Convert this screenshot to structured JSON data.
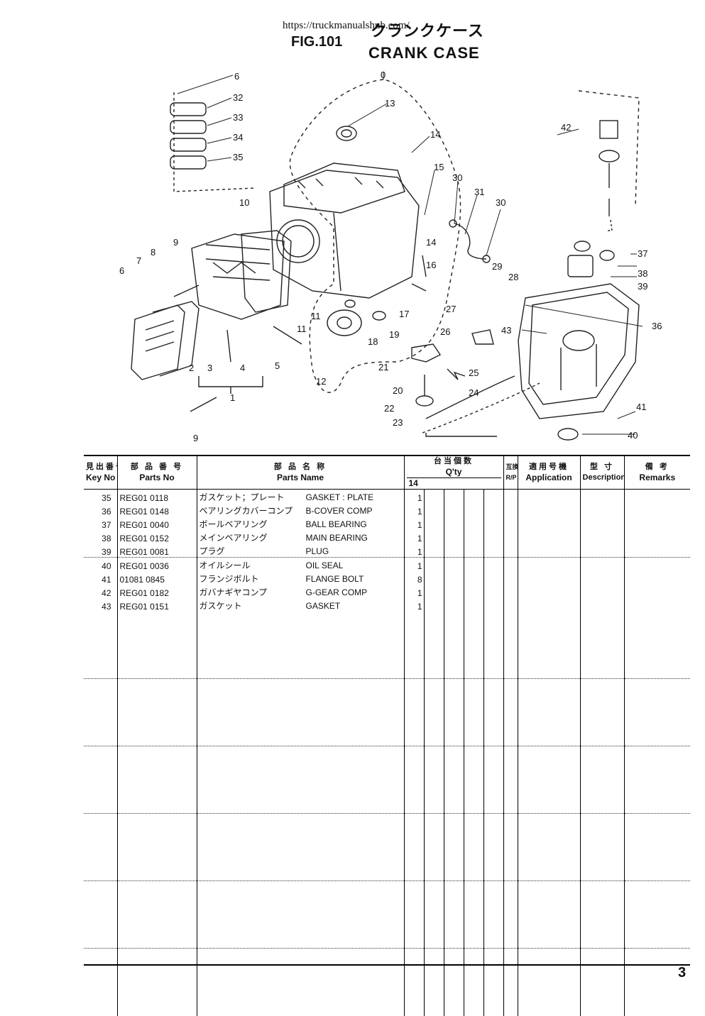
{
  "header": {
    "url": "https://truckmanualshub.com/",
    "fig_label": "FIG.101",
    "title_jp": "クランクケース",
    "title_en": "CRANK CASE"
  },
  "diagram": {
    "callouts": [
      "0",
      "1",
      "2",
      "3",
      "4",
      "5",
      "6",
      "6",
      "7",
      "8",
      "9",
      "9",
      "10",
      "11",
      "11",
      "12",
      "13",
      "14",
      "14",
      "15",
      "16",
      "17",
      "18",
      "19",
      "20",
      "21",
      "22",
      "23",
      "24",
      "25",
      "26",
      "27",
      "28",
      "29",
      "30",
      "30",
      "31",
      "32",
      "33",
      "34",
      "35",
      "36",
      "37",
      "38",
      "39",
      "40",
      "41",
      "42",
      "43"
    ]
  },
  "table": {
    "columns": {
      "key_jp": "見出番号",
      "key_en": "Key No",
      "partno_jp": "部 品 番 号",
      "partno_en": "Parts No",
      "name_jp": "部 品 名 称",
      "name_en": "Parts Name",
      "qty_jp": "台当個数",
      "qty_en": "Q'ty",
      "qty_model": "14",
      "rp_jp": "互換性",
      "rp_en": "R/P",
      "app_jp": "適用号機",
      "app_en": "Application",
      "desc_jp": "型 寸",
      "desc_en": "Description",
      "rem_jp": "備 考",
      "rem_en": "Remarks"
    },
    "rows": [
      {
        "key": "35",
        "part_no": "REG01 0118",
        "name_jp": "ガスケット；プレート",
        "name_en": "GASKET : PLATE",
        "qty": "1"
      },
      {
        "key": "36",
        "part_no": "REG01 0148",
        "name_jp": "ベアリングカバーコンプ",
        "name_en": "B-COVER COMP",
        "qty": "1"
      },
      {
        "key": "37",
        "part_no": "REG01 0040",
        "name_jp": "ボールベアリング",
        "name_en": "BALL BEARING",
        "qty": "1"
      },
      {
        "key": "38",
        "part_no": "REG01 0152",
        "name_jp": "メインベアリング",
        "name_en": "MAIN BEARING",
        "qty": "1"
      },
      {
        "key": "39",
        "part_no": "REG01 0081",
        "name_jp": "プラグ",
        "name_en": "PLUG",
        "qty": "1"
      },
      {
        "key": "40",
        "part_no": "REG01 0036",
        "name_jp": "オイルシール",
        "name_en": "OIL SEAL",
        "qty": "1"
      },
      {
        "key": "41",
        "part_no": "01081 0845",
        "name_jp": "フランジボルト",
        "name_en": "FLANGE BOLT",
        "qty": "8"
      },
      {
        "key": "42",
        "part_no": "REG01 0182",
        "name_jp": "ガバナギヤコンプ",
        "name_en": "G-GEAR COMP",
        "qty": "1"
      },
      {
        "key": "43",
        "part_no": "REG01 0151",
        "name_jp": "ガスケット",
        "name_en": "GASKET",
        "qty": "1"
      }
    ]
  },
  "page_number": "3"
}
